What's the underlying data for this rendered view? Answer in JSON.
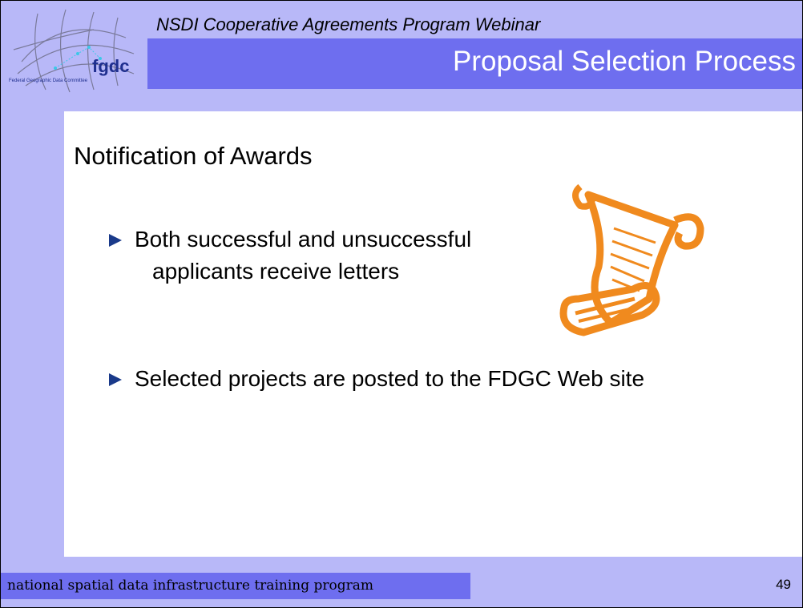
{
  "header": {
    "logo_text": "fgdc",
    "logo_subtext": "Federal Geographic Data Committee",
    "subtitle": "NSDI Cooperative Agreements Program Webinar",
    "title": "Proposal Selection Process"
  },
  "content": {
    "heading": "Notification of Awards",
    "bullets": [
      {
        "line1": "Both successful  and unsuccessful",
        "line2": "applicants receive letters"
      },
      {
        "line1": "Selected projects are posted to the FDGC Web site"
      }
    ],
    "illustration": "scroll-icon"
  },
  "footer": {
    "text": "national spatial data infrastructure training program",
    "page_number": "49"
  },
  "colors": {
    "background": "#b8b8f8",
    "title_bar": "#6e6eef",
    "content_bg": "#ffffff",
    "scroll_orange": "#f08a1e",
    "bullet_arrow": "#1a3a8a"
  }
}
